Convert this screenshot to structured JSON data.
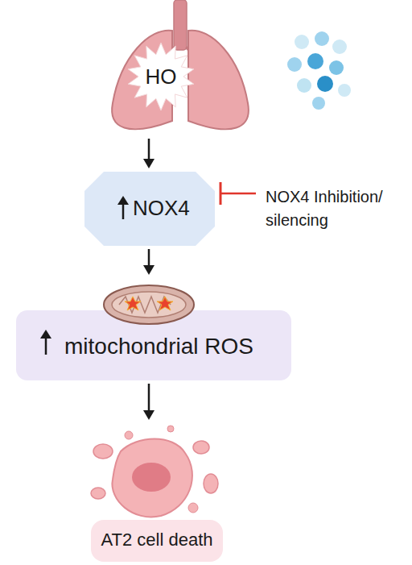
{
  "diagram": {
    "nodes": [
      {
        "text": [
          "HO"
        ]
      },
      {
        "text": [
          "NOX4"
        ]
      },
      {
        "text": [
          "NOX4 Inhibition/ silencing"
        ]
      },
      {
        "text": [
          "mitochondrial ROS"
        ]
      },
      {
        "text": [
          "AT2 cell death"
        ]
      }
    ],
    "edges": [
      {
        "from": 0,
        "to": 1,
        "arrow": "to"
      },
      {
        "from": 2,
        "to": 1,
        "arrow": "to"
      },
      {
        "from": 1,
        "to": 3,
        "arrow": "to"
      },
      {
        "from": 3,
        "to": 4,
        "arrow": "to"
      }
    ]
  }
}
